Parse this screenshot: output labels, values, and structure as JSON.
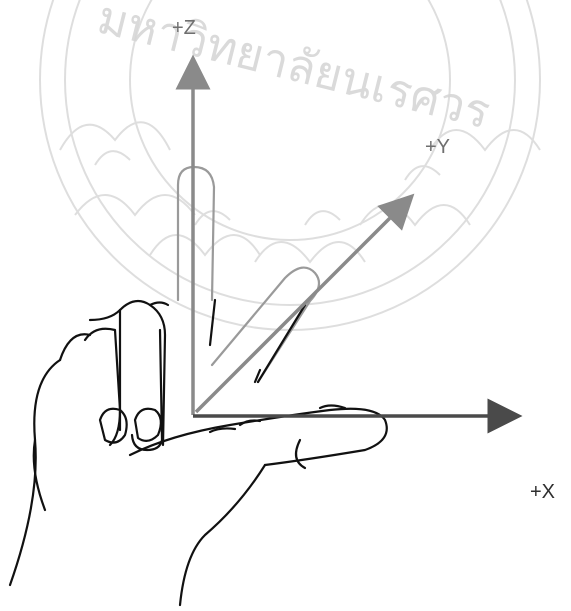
{
  "axes": {
    "z_label": "+Z",
    "y_label": "+Y",
    "x_label": "+X"
  },
  "watermark": {
    "text": "มหาวิทยาลัยนเรศวร"
  },
  "icons": {
    "hand": "right-hand-rule-hand-icon",
    "watermark": "university-seal-icon"
  },
  "colors": {
    "z_axis": "#8a8a8a",
    "y_axis": "#8a8a8a",
    "x_axis": "#4a4a4a",
    "hand_outline": "#111111",
    "watermark": "#cfcfcf"
  }
}
